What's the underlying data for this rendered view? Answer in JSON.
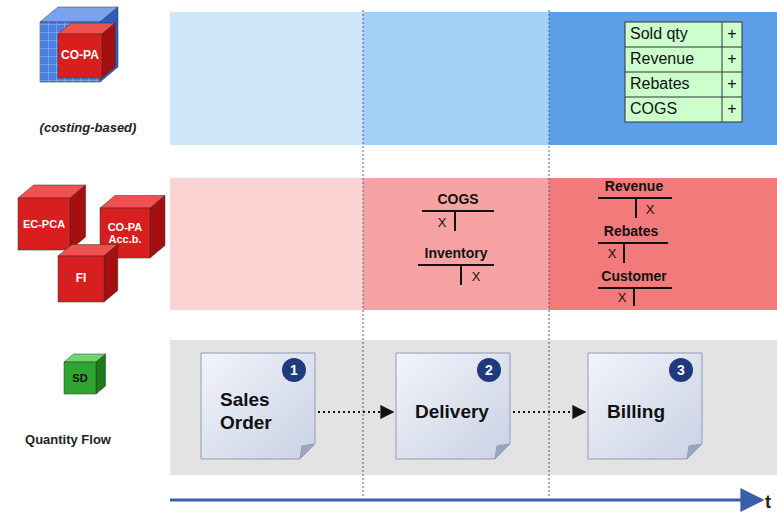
{
  "diagram": {
    "nodes": [
      {
        "text": [
          "1",
          "Sales Order"
        ]
      },
      {
        "text": [
          "2",
          "Delivery"
        ]
      },
      {
        "text": [
          "3",
          "Billing"
        ]
      }
    ],
    "edges": [
      {
        "from": 0,
        "to": 1,
        "arrow": "to"
      },
      {
        "from": 1,
        "to": 2,
        "arrow": "to"
      }
    ],
    "labels": [
      "CO-PA",
      "(costing-based)",
      "EC-PCA",
      "CO-PA Acc.b.",
      "FI",
      "SD",
      "Quantity Flow",
      "Sold qty",
      "+",
      "Revenue",
      "+",
      "Rebates",
      "+",
      "COGS",
      "+",
      "COGS",
      "X",
      "Inventory",
      "X",
      "Revenue",
      "X",
      "Rebates",
      "X",
      "Customer",
      "X",
      "t"
    ]
  }
}
